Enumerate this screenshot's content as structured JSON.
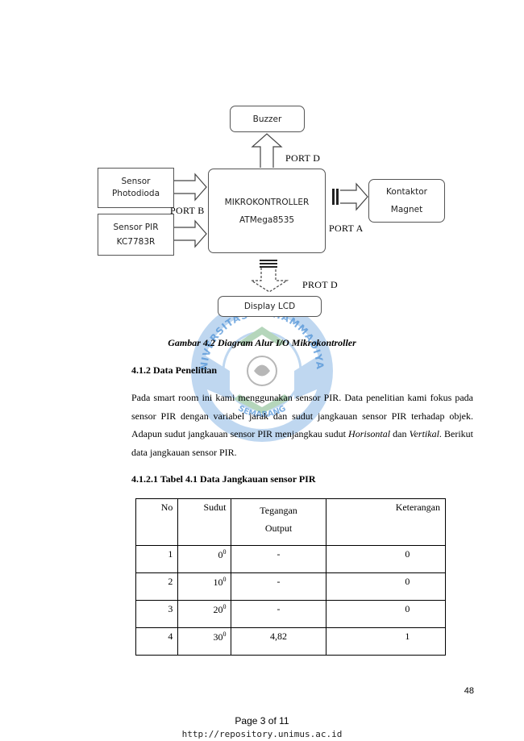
{
  "diagram": {
    "buzzer": "Buzzer",
    "sensor_photo_line1": "Sensor",
    "sensor_photo_line2": "Photodioda",
    "sensor_pir_line1": "Sensor PIR",
    "sensor_pir_line2": "KC7783R",
    "mcu_line1": "MIKROKONTROLLER",
    "mcu_line2": "ATMega8535",
    "kontaktor_line1": "Kontaktor",
    "kontaktor_line2": "Magnet",
    "display": "Display LCD",
    "port_d_top": "PORT D",
    "port_b": "PORT B",
    "port_a": "PORT A",
    "port_d_bottom": "PROT D"
  },
  "watermark": {
    "text_top": "UNIVERSITAS MUHAMMADIYAH",
    "text_bottom": "SEMARANG",
    "color": "#4a8fd6"
  },
  "caption": "Gambar 4.2 Diagram Alur I/O Mikrokontroller",
  "section_heading": "4.1.2 Data Penelitian",
  "paragraph": {
    "text1": "Pada smart room ini kami menggunakan sensor PIR. Data penelitian kami fokus pada sensor PIR dengan variabel jarak dan sudut jangkauan sensor PIR terhadap objek. Adapun sudut jangkauan sensor PIR menjangkau sudut ",
    "italic1": "Horisontal",
    "text2": " dan ",
    "italic2": "Vertikal",
    "text3": ". Berikut data jangkauan sensor PIR."
  },
  "table_heading": "4.1.2.1 Tabel 4.1 Data Jangkauan sensor PIR",
  "table": {
    "headers": [
      "No",
      "Sudut",
      "Tegangan Output",
      "Keterangan"
    ],
    "rows": [
      {
        "no": "1",
        "sudut": "0",
        "sup": "0",
        "tegangan": "-",
        "ket": "0"
      },
      {
        "no": "2",
        "sudut": "10",
        "sup": "0",
        "tegangan": "-",
        "ket": "0"
      },
      {
        "no": "3",
        "sudut": "20",
        "sup": "0",
        "tegangan": "-",
        "ket": "0"
      },
      {
        "no": "4",
        "sudut": "30",
        "sup": "0",
        "tegangan": "4,82",
        "ket": "1"
      }
    ]
  },
  "page_number": "48",
  "footer": {
    "page_of": "Page 3 of 11",
    "url": "http://repository.unimus.ac.id"
  }
}
